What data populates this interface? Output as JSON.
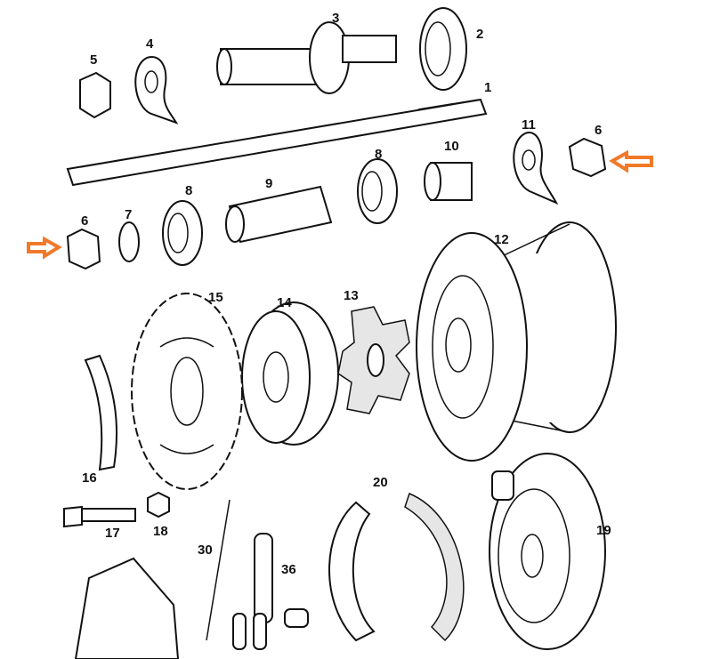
{
  "diagram": {
    "accent_color": "#f07a2a",
    "labels": [
      "1",
      "2",
      "3",
      "4",
      "5",
      "6",
      "6",
      "7",
      "8",
      "8",
      "9",
      "10",
      "11",
      "12",
      "13",
      "14",
      "15",
      "16",
      "17",
      "18",
      "19",
      "20",
      "30",
      "36"
    ],
    "highlight_arrows": [
      {
        "points_to": "6"
      },
      {
        "points_to": "6"
      }
    ]
  }
}
